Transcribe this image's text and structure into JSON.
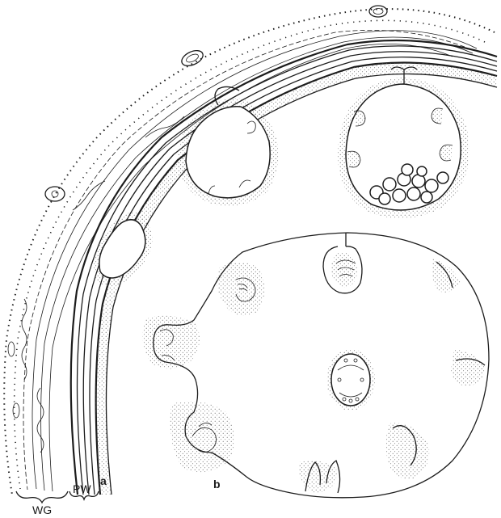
{
  "figure": {
    "labels": {
      "panel_a": "a",
      "panel_b": "b",
      "wg": "WG",
      "pw": "PW"
    }
  }
}
